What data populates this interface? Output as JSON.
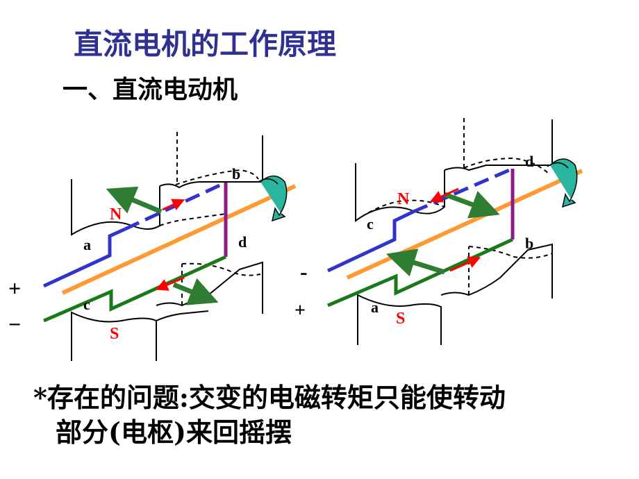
{
  "title": "直流电机的工作原理",
  "subtitle": "一、直流电动机",
  "note": {
    "line1": "*存在的问题:交变的电磁转矩只能使转动",
    "line2": "部分(电枢)来回摇摆"
  },
  "colors": {
    "title": "#2e3192",
    "coil_blue": "#3333cc",
    "coil_green": "#1a7a1a",
    "coil_purple": "#8b1a8b",
    "shaft": "#ff9933",
    "force_arrow": "#2e7d32",
    "current_arrow": "#ff0000",
    "pole_label": "#ff0000",
    "rotation_arrow": "#2ab5a0"
  },
  "left_diagram": {
    "pole_north": "N",
    "pole_south": "S",
    "coil_labels": {
      "a": "a",
      "b": "b",
      "c": "c",
      "d": "d"
    },
    "terminal_plus": "+",
    "terminal_minus": "−"
  },
  "right_diagram": {
    "pole_north": "N",
    "pole_south": "S",
    "coil_labels": {
      "a": "a",
      "b": "b",
      "c": "c",
      "d": "d"
    },
    "terminal_minus": "-",
    "terminal_plus": "+"
  }
}
